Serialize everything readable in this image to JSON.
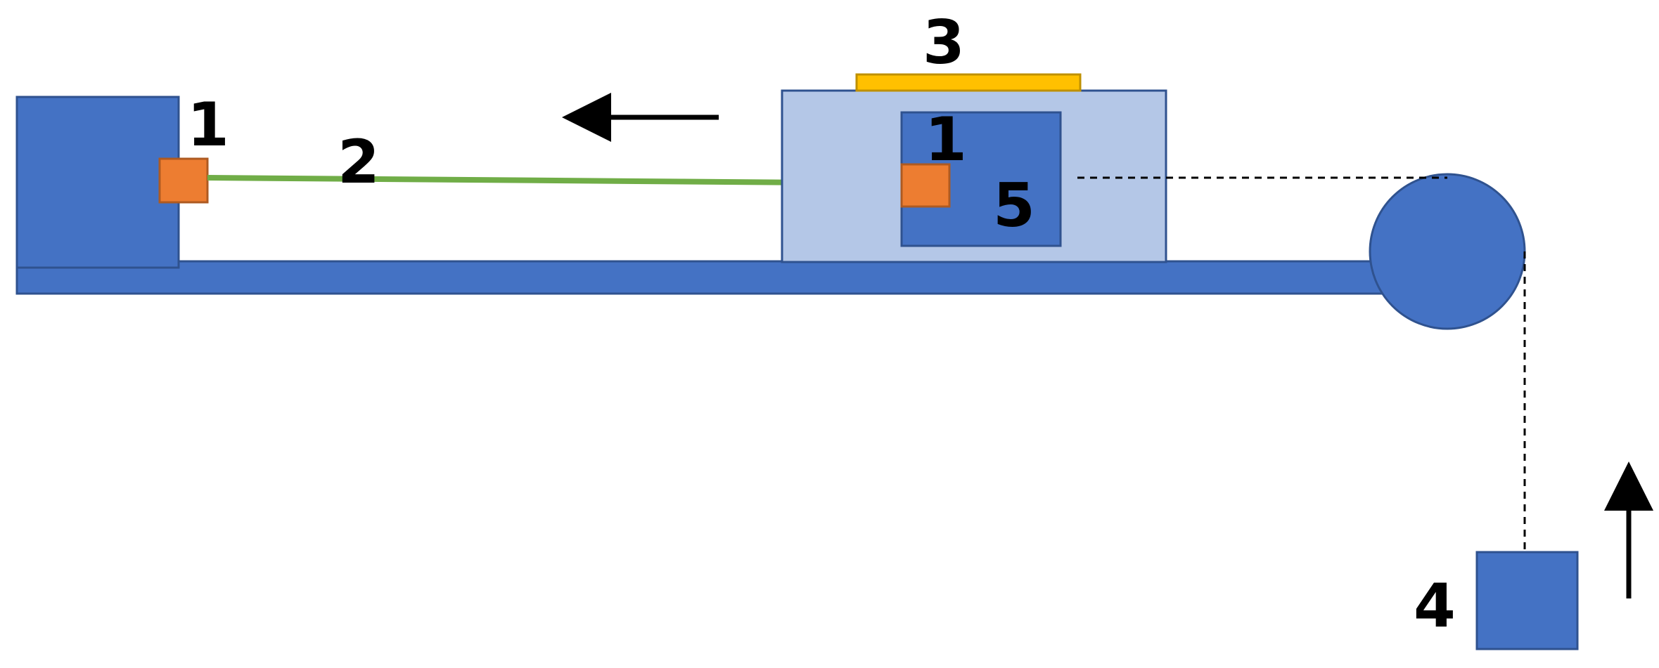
{
  "labels": {
    "left_sensor": "1",
    "inner_sensor": "1",
    "green_wire": "2",
    "top_plate": "3",
    "hanging_weight": "4",
    "inner_block": "5"
  },
  "colors": {
    "dark_blue": "#4472c4",
    "outline_blue": "#2f528f",
    "light_blue": "#b4c7e7",
    "orange": "#ed7d31",
    "orange_outline": "#ae5a21",
    "yellow": "#ffc000",
    "yellow_outline": "#bf9000",
    "green": "#70ad47",
    "black": "#000000"
  },
  "arrows": {
    "cart_direction": "left",
    "weight_direction": "up"
  },
  "string_style": "dashed"
}
